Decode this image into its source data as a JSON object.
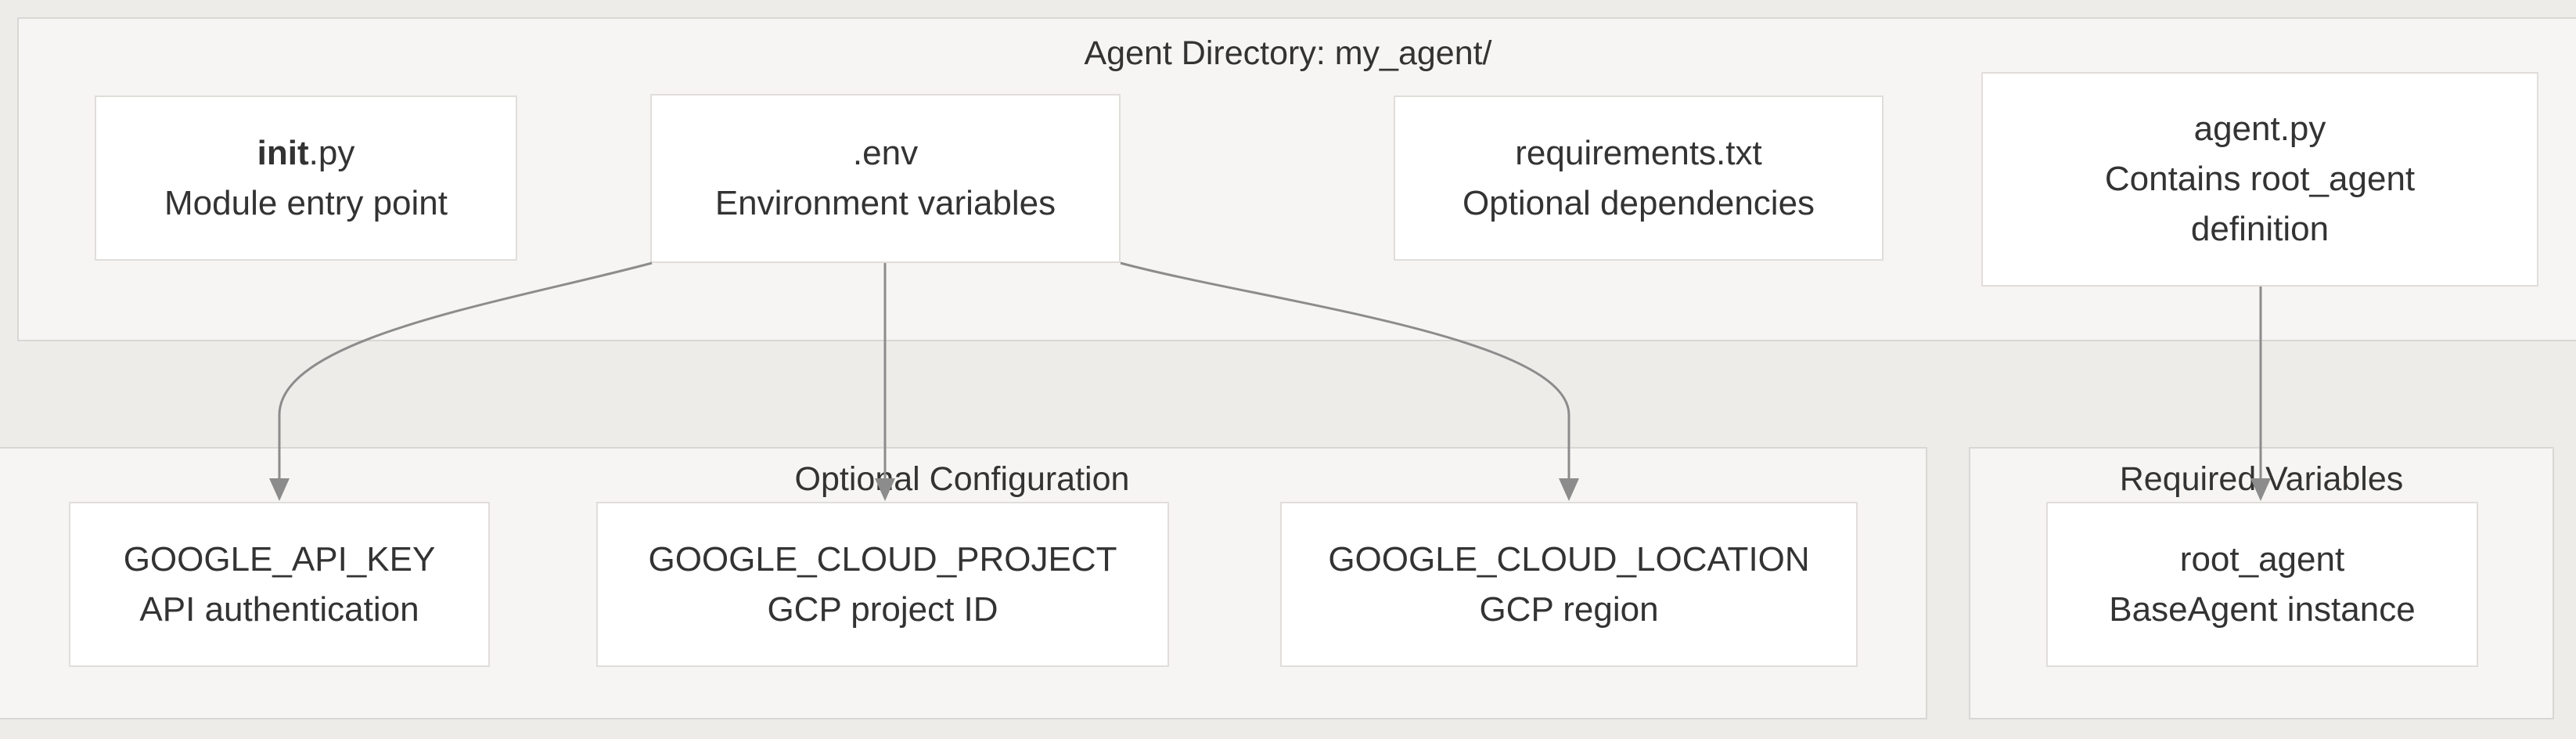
{
  "diagram": {
    "type": "flowchart",
    "containers": {
      "agent_directory": {
        "title": "Agent Directory: my_agent/"
      },
      "optional_config": {
        "title": "Optional Configuration"
      },
      "required_vars": {
        "title": "Required Variables"
      }
    },
    "nodes": {
      "init_py": {
        "title_bold": "init",
        "title_rest": ".py",
        "subtitle": "Module entry point"
      },
      "env": {
        "title": ".env",
        "subtitle": "Environment variables"
      },
      "requirements_txt": {
        "title": "requirements.txt",
        "subtitle": "Optional dependencies"
      },
      "agent_py": {
        "title": "agent.py",
        "subtitle": "Contains root_agent definition"
      },
      "google_api_key": {
        "title": "GOOGLE_API_KEY",
        "subtitle": "API authentication"
      },
      "google_cloud_project": {
        "title": "GOOGLE_CLOUD_PROJECT",
        "subtitle": "GCP project ID"
      },
      "google_cloud_location": {
        "title": "GOOGLE_CLOUD_LOCATION",
        "subtitle": "GCP region"
      },
      "root_agent": {
        "title": "root_agent",
        "subtitle": "BaseAgent instance"
      }
    },
    "edges": [
      {
        "from": ".env",
        "to": "GOOGLE_API_KEY"
      },
      {
        "from": ".env",
        "to": "GOOGLE_CLOUD_PROJECT"
      },
      {
        "from": ".env",
        "to": "GOOGLE_CLOUD_LOCATION"
      },
      {
        "from": "agent.py",
        "to": "root_agent"
      }
    ],
    "colors": {
      "page_background": "#eeece9",
      "container_fill": "#f6f5f3",
      "container_border": "#d9d7d4",
      "node_fill": "#ffffff",
      "node_border": "#e0ddda",
      "text": "#333333",
      "arrow": "#8c8c8c"
    }
  }
}
